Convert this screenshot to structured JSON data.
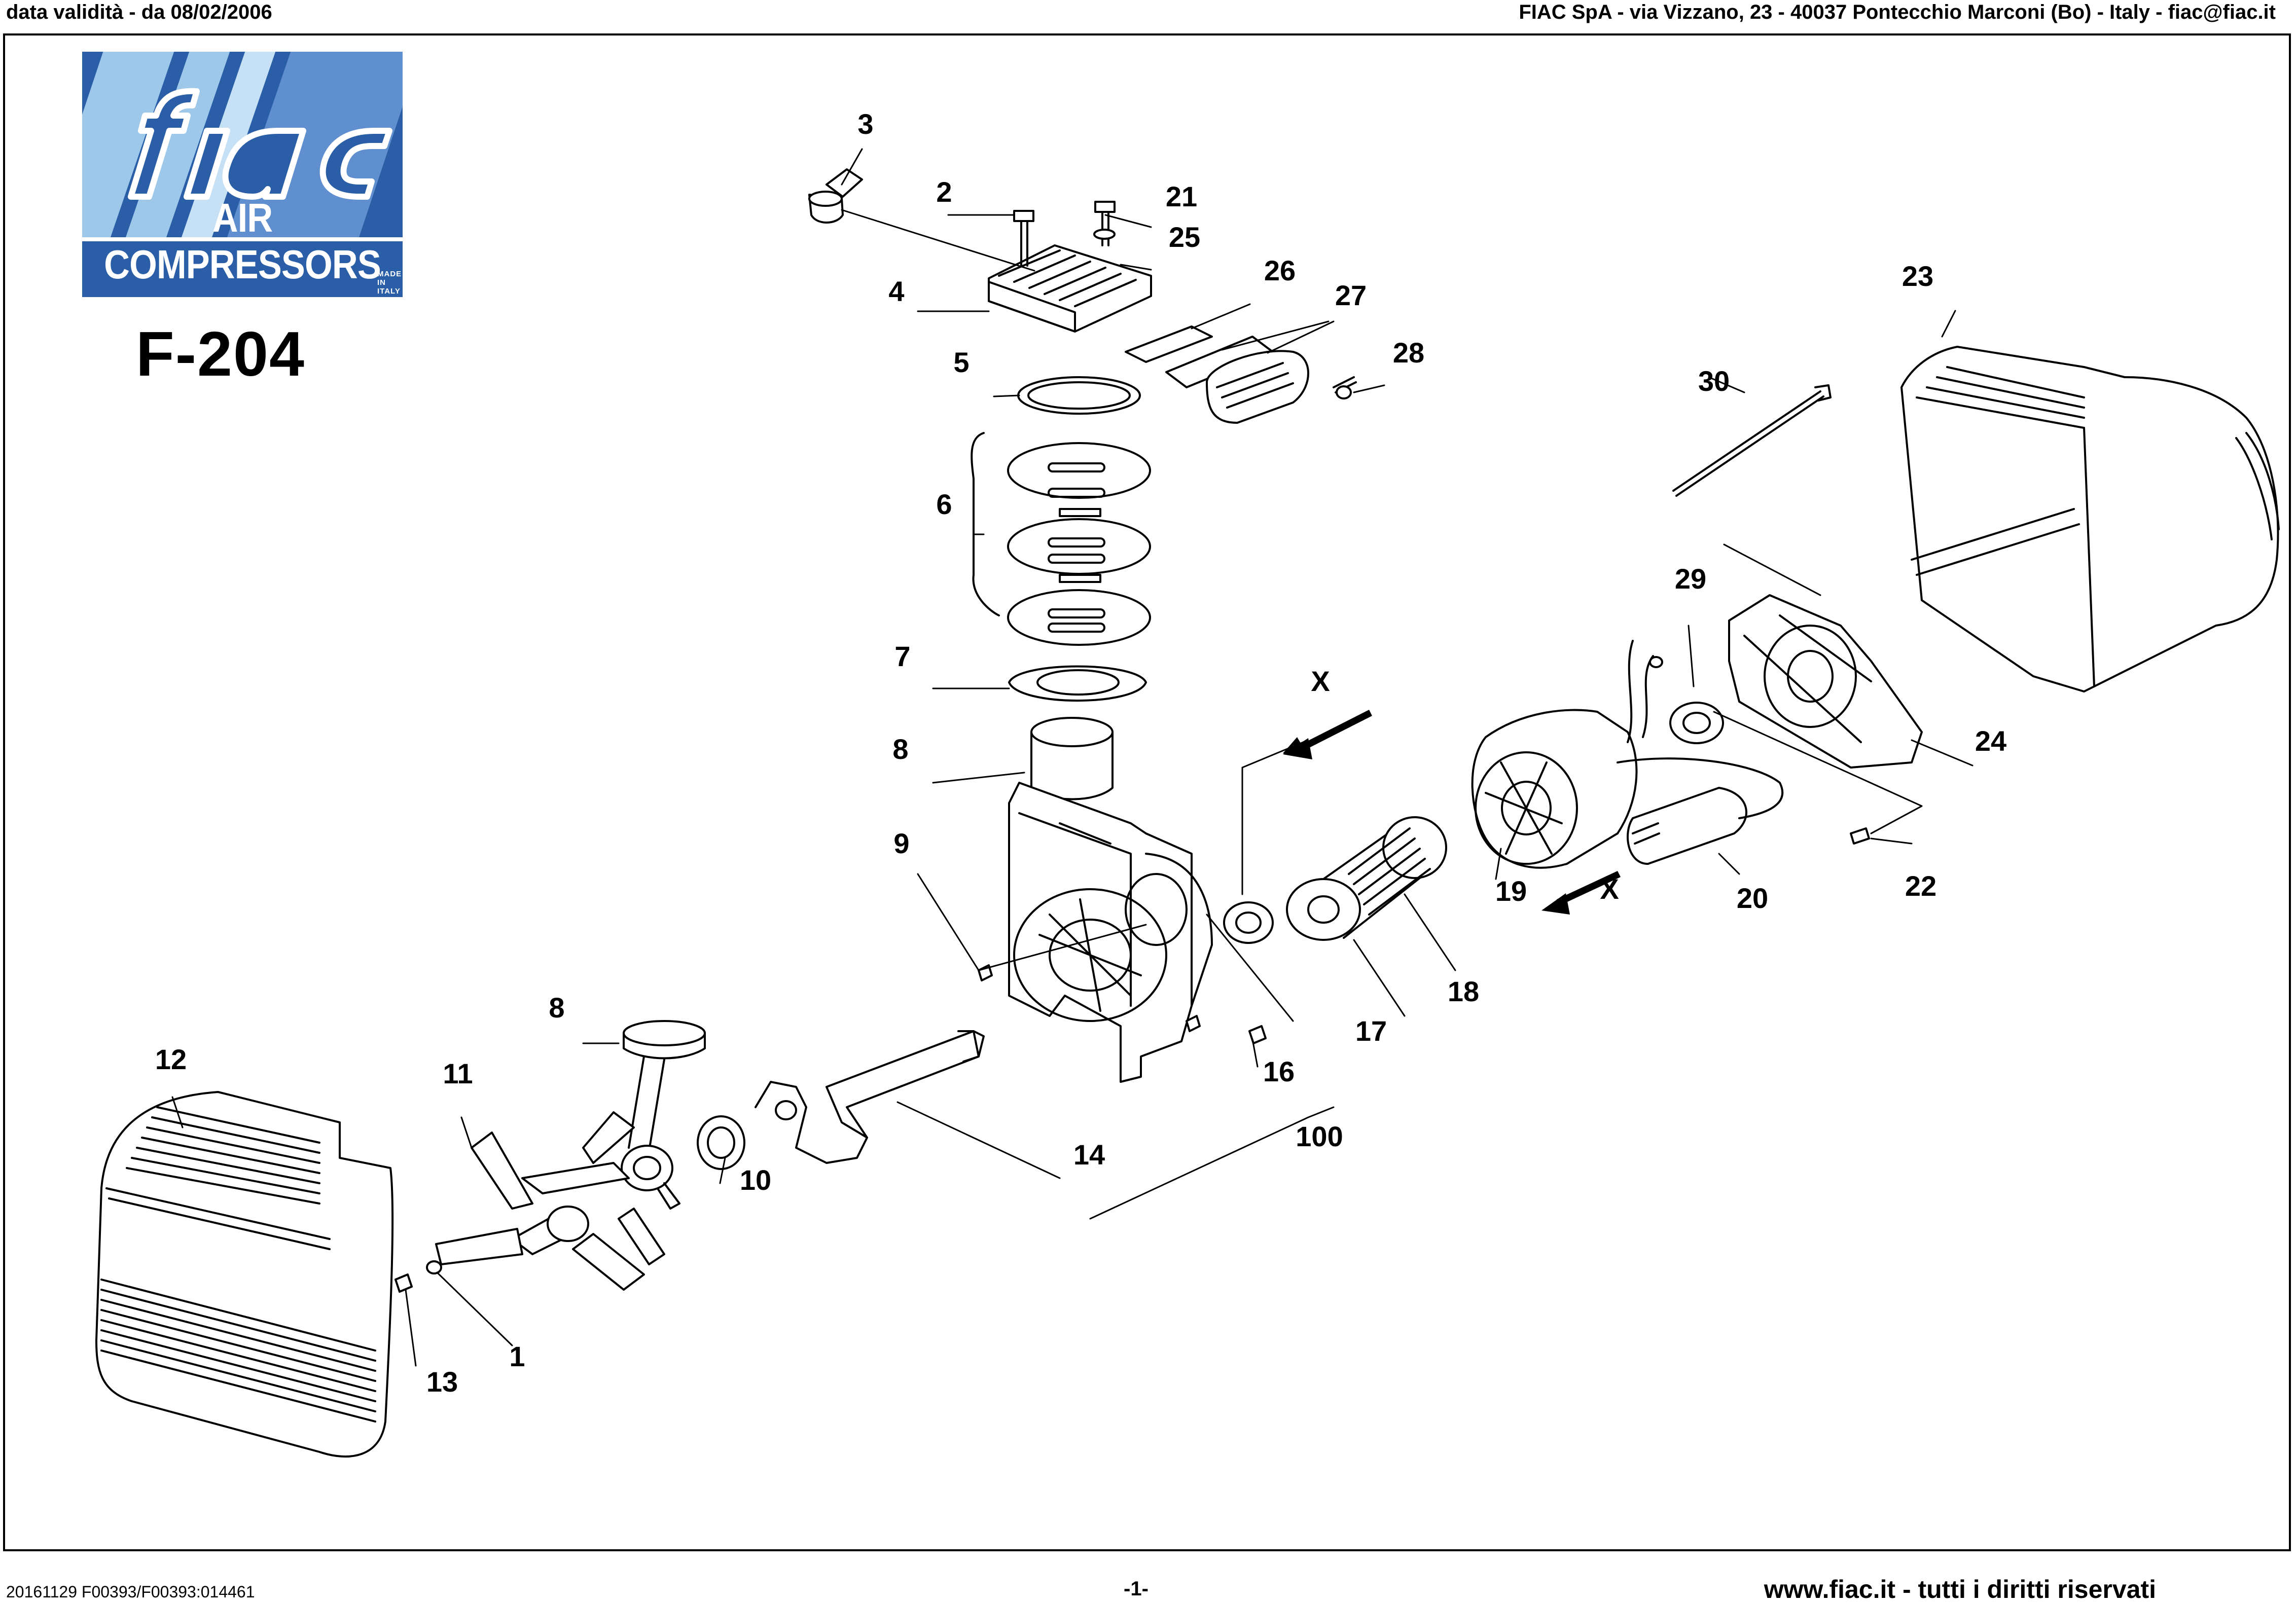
{
  "header": {
    "validity": "data validità - da 08/02/2006",
    "company": "FIAC SpA - via Vizzano, 23 - 40037 Pontecchio Marconi (Bo) - Italy - fiac@fiac.it"
  },
  "logo": {
    "wordmark": "fiac",
    "tagline": "AIR COMPRESSORS",
    "made_in": "MADE IN ITALY",
    "colors": {
      "dark_blue": "#2a5ea7",
      "light_blue": "#9dc8ea",
      "white": "#ffffff"
    }
  },
  "model": "F-204",
  "callouts": {
    "c1": "1",
    "c2": "2",
    "c3": "3",
    "c4": "4",
    "c5": "5",
    "c6": "6",
    "c7": "7",
    "c8a": "8",
    "c8b": "8",
    "c9": "9",
    "c10": "10",
    "c11": "11",
    "c12": "12",
    "c13": "13",
    "c14": "14",
    "c16": "16",
    "c17": "17",
    "c18": "18",
    "c19": "19",
    "c20": "20",
    "c21": "21",
    "c22": "22",
    "c23": "23",
    "c24": "24",
    "c25": "25",
    "c26": "26",
    "c27": "27",
    "c28": "28",
    "c29": "29",
    "c30": "30",
    "c100": "100",
    "xa": "X",
    "xb": "X"
  },
  "footer": {
    "doc_ref": "20161129 F00393/F00393:014461",
    "page": "-1-",
    "website": "www.fiac.it - tutti i diritti riservati"
  }
}
